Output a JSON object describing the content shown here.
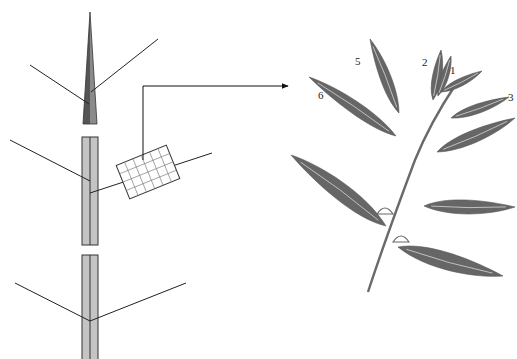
{
  "diagram": {
    "labels": [
      "5",
      "2",
      "1",
      "6",
      "3"
    ]
  }
}
